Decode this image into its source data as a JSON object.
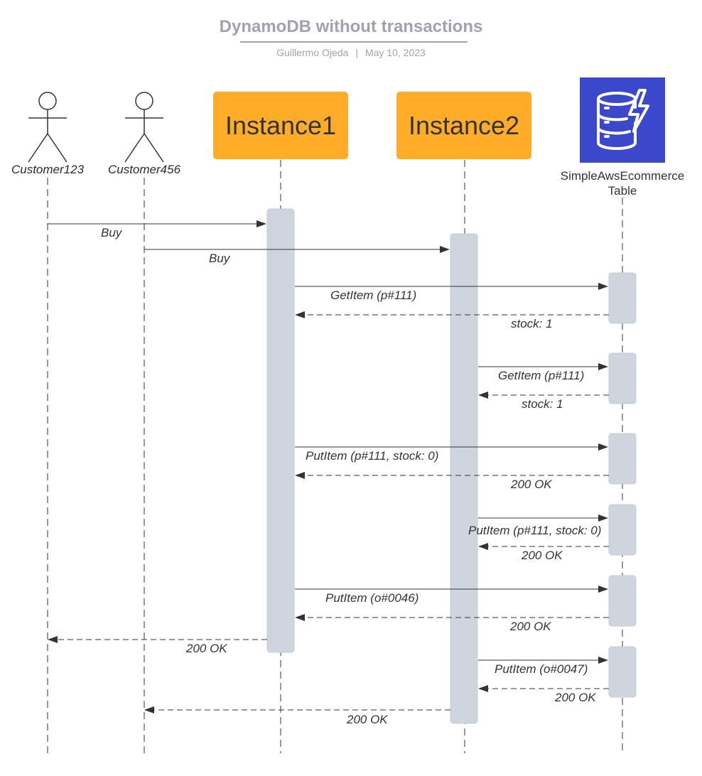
{
  "header": {
    "title": "DynamoDB without transactions",
    "author": "Guillermo Ojeda",
    "separator": "|",
    "date": "May 10, 2023"
  },
  "participants": {
    "customer1": "Customer123",
    "customer2": "Customer456",
    "instance1": "Instance1",
    "instance2": "Instance2",
    "table_line1": "SimpleAwsEcommerce",
    "table_line2": "Table"
  },
  "messages": {
    "m1": "Buy",
    "m2": "Buy",
    "m3": "GetItem (p#111)",
    "m4": "stock: 1",
    "m5": "GetItem (p#111)",
    "m6": "stock: 1",
    "m7": "PutItem (p#111, stock: 0)",
    "m8": "200 OK",
    "m9": "PutItem (p#111, stock: 0)",
    "m10": "200 OK",
    "m11": "PutItem (o#0046)",
    "m12": "200 OK",
    "m13": "200 OK",
    "m14": "PutItem (o#0047)",
    "m15": "200 OK",
    "m16": "200 OK"
  },
  "colors": {
    "instance": "#ffad29",
    "database": "#3b48cc",
    "activation": "#cfd5de",
    "title": "#9ea3ae"
  },
  "icons": {
    "actor": "person-stick-figure-icon",
    "database": "dynamodb-icon"
  }
}
